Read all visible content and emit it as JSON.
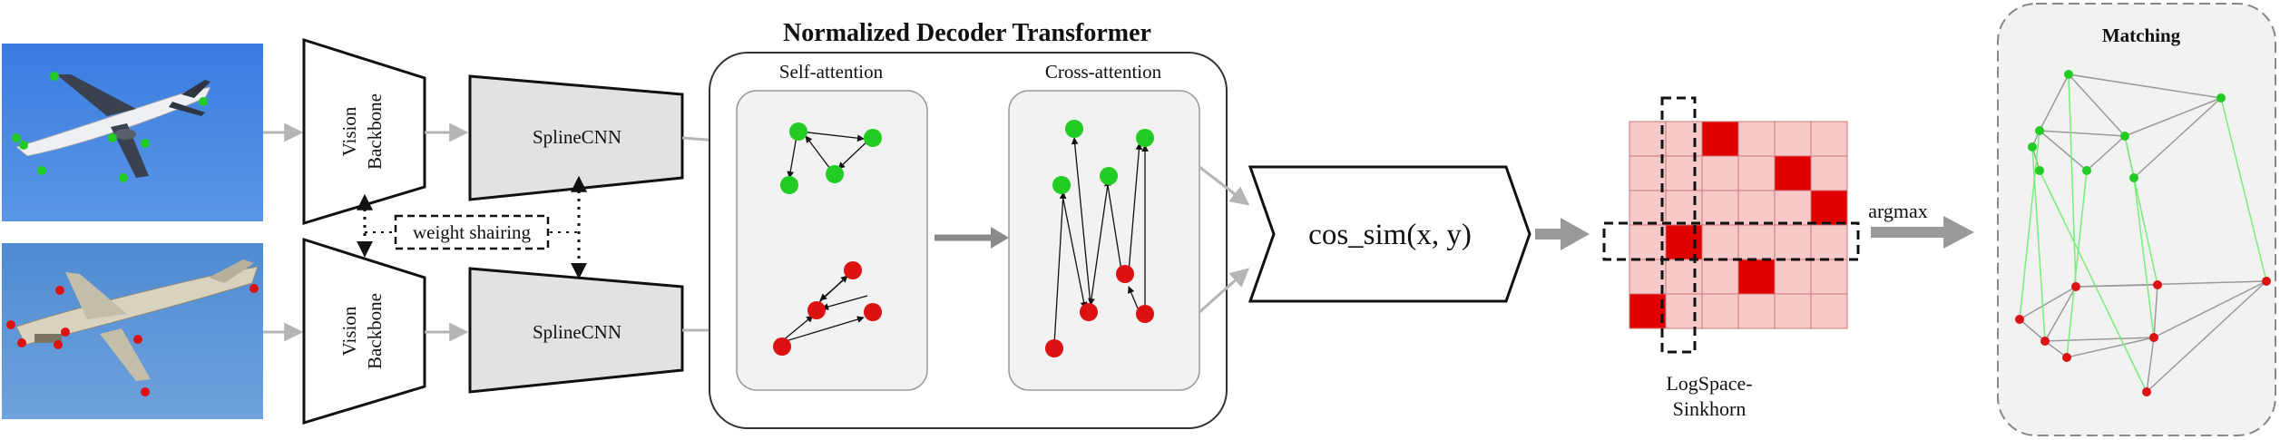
{
  "title": "Normalized Decoder Transformer",
  "backbone_label_line1": "Vision",
  "backbone_label_line2": "Backbone",
  "splinecnn_label": "SplineCNN",
  "weight_sharing_label": "weight shairing",
  "self_attention_label": "Self-attention",
  "cross_attention_label": "Cross-attention",
  "similarity_label": "cos_sim(x, y)",
  "sinkhorn_label_line1": "LogSpace-",
  "sinkhorn_label_line2": "Sinkhorn",
  "argmax_label": "argmax",
  "matching_label": "Matching",
  "colors": {
    "sky_top": "#3d7fe0",
    "sky_bottom": "#5b93d6",
    "keypoint_green": "#22cc22",
    "keypoint_red": "#dd1111",
    "matrix_light": "#f7c9c9",
    "matrix_dark": "#e00000",
    "match_line_green": "#66ee66",
    "arrow_gray": "#9a9a9a",
    "panel_fill": "#f2f2f2"
  },
  "matrix": {
    "rows": 6,
    "cols": 6,
    "selected": [
      [
        0,
        2
      ],
      [
        1,
        4
      ],
      [
        2,
        5
      ],
      [
        3,
        1
      ],
      [
        4,
        3
      ],
      [
        5,
        0
      ]
    ]
  }
}
